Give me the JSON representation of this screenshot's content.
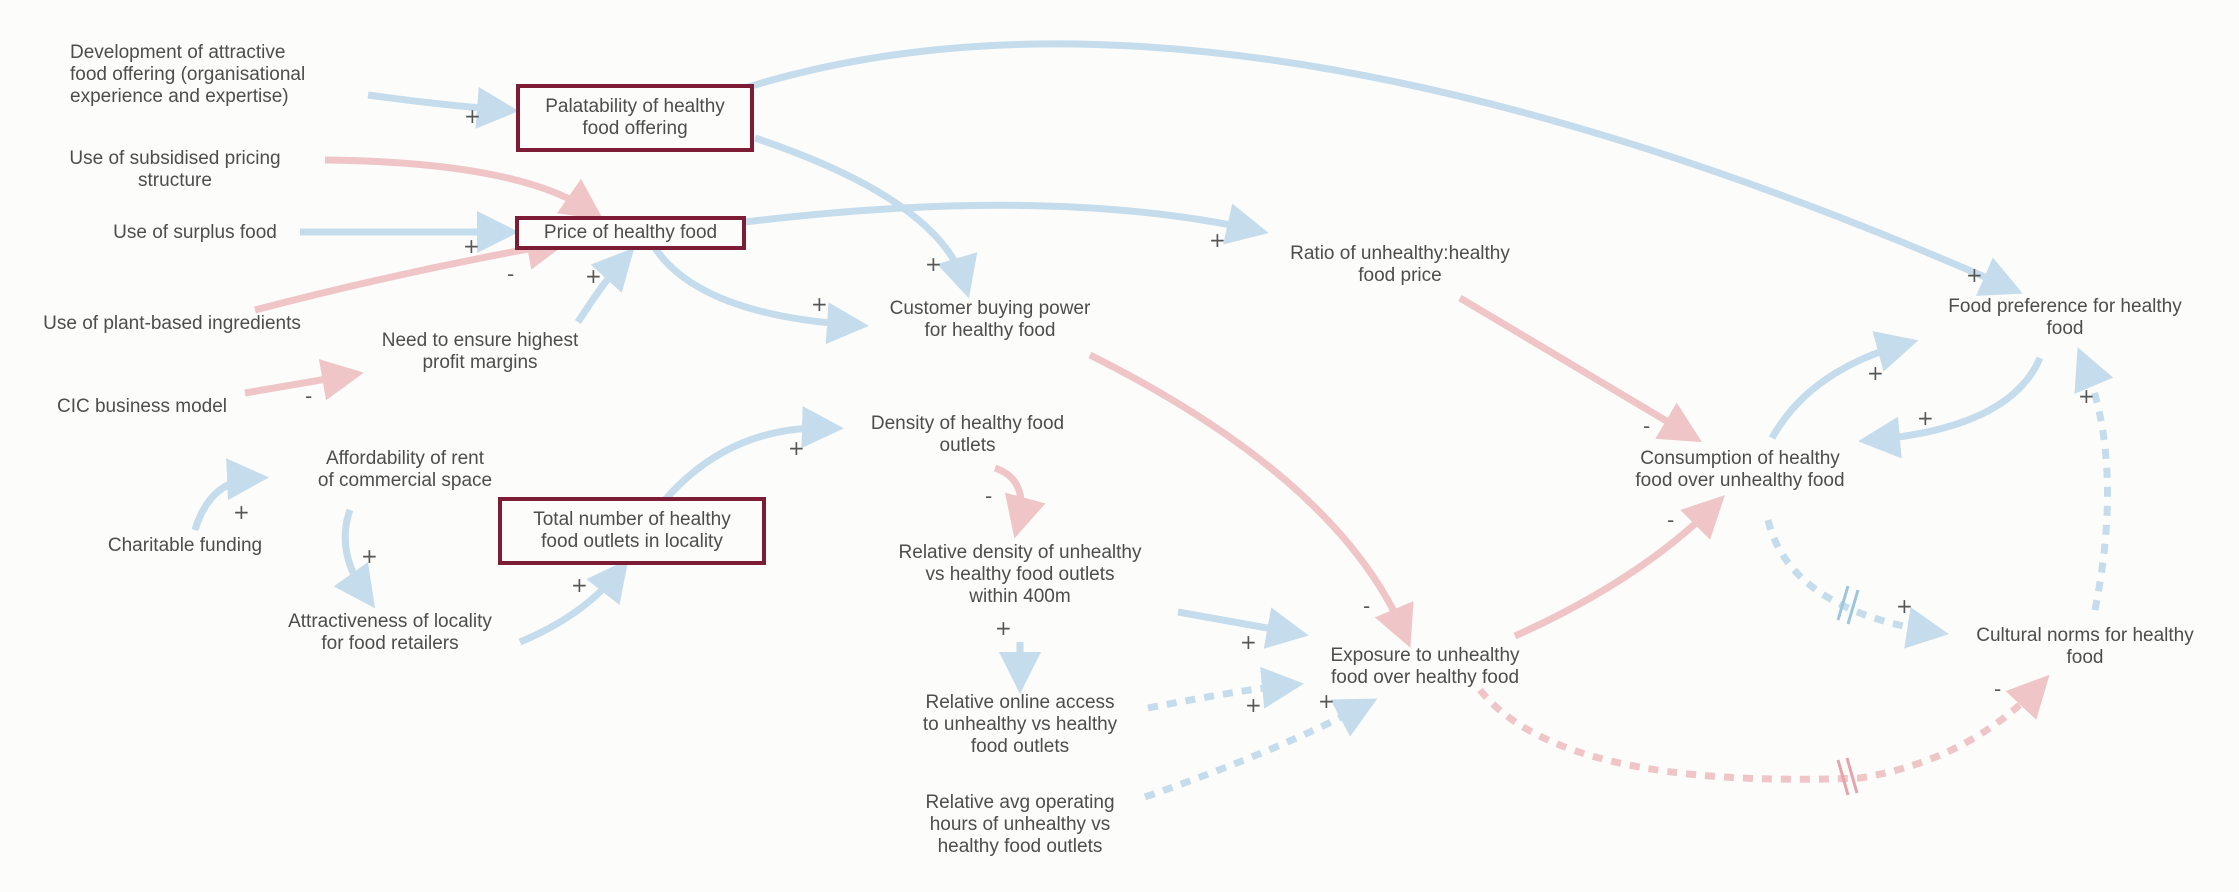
{
  "colors": {
    "positive_link": "#c5dcec",
    "negative_link": "#efc5c8",
    "highlight_box": "#7d1d35",
    "text": "#4d4d4d",
    "background": "#fcfcfa"
  },
  "nodes": {
    "attractive_offering": "Development of attractive\nfood offering (organisational\nexperience and expertise)",
    "palatability": "Palatability of healthy\nfood offering",
    "subsidised_pricing": "Use of subsidised pricing\nstructure",
    "surplus_food": "Use of surplus food",
    "price_healthy": "Price of healthy food",
    "plant_based": "Use of plant-based ingredients",
    "profit_margins": "Need to ensure highest\nprofit margins",
    "cic_model": "CIC business model",
    "customer_buying_power": "Customer buying power\nfor healthy food",
    "ratio_price": "Ratio of unhealthy:healthy\nfood price",
    "food_preference": "Food preference for healthy\nfood",
    "density_healthy": "Density of healthy food\noutlets",
    "affordability_rent": "Affordability of rent\nof commercial space",
    "charitable_funding": "Charitable funding",
    "total_outlets": "Total number of healthy\nfood outlets in locality",
    "attractiveness_locality": "Attractiveness of locality\nfor food retailers",
    "relative_density": "Relative density of unhealthy\nvs healthy food outlets\nwithin 400m",
    "consumption": "Consumption of healthy\nfood over unhealthy food",
    "exposure": "Exposure to unhealthy\nfood over healthy food",
    "online_access": "Relative online access\nto unhealthy vs healthy\nfood outlets",
    "operating_hours": "Relative avg operating\nhours of unhealthy vs\nhealthy food outlets",
    "cultural_norms": "Cultural norms for healthy\nfood"
  },
  "polarities": {
    "p_offering_palatability": "+",
    "p_surplus_price": "+",
    "p_plant_price": "-",
    "p_profit_price": "+",
    "p_cic_profit": "-",
    "p_palatability_buying": "+",
    "p_price_buying": "+",
    "p_price_ratio": "+",
    "p_palatability_preference": "+",
    "p_ratio_consumption": "-",
    "p_consumption_preference": "+",
    "p_preference_consumption": "+",
    "p_outlets_density": "+",
    "p_density_relative": "-",
    "p_charity_rent": "+",
    "p_rent_attract": "+",
    "p_attract_outlets": "+",
    "p_relative_exposure": "+",
    "p_relative_online": "+",
    "p_online_exposure": "+",
    "p_hours_exposure": "+",
    "p_buying_exposure": "-",
    "p_exposure_consumption": "-",
    "p_consumption_norms": "+",
    "p_norms_preference": "+",
    "p_exposure_norms": "-"
  }
}
